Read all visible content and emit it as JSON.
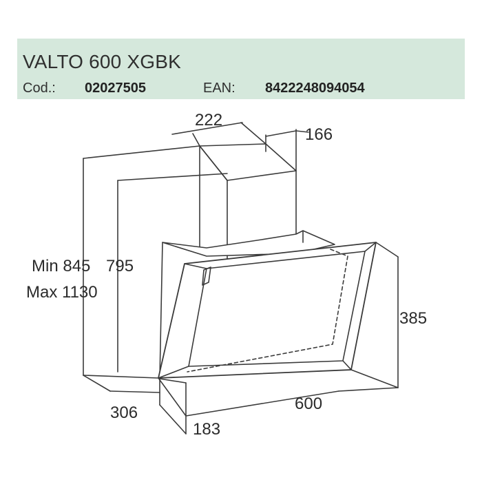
{
  "header": {
    "model": "VALTO 600 XGBK",
    "cod_label": "Cod.:",
    "cod_value": "02027505",
    "ean_label": "EAN:",
    "ean_value": "8422248094054"
  },
  "dimensions": {
    "chimney_width": "222",
    "chimney_depth": "166",
    "height_min": "Min 845",
    "height_max": "Max 1130",
    "inner_height": "795",
    "body_height": "385",
    "width": "600",
    "depth": "306",
    "base_depth": "183"
  },
  "colors": {
    "header_bg": "#d5e8dc",
    "line": "#3a3a3a"
  }
}
